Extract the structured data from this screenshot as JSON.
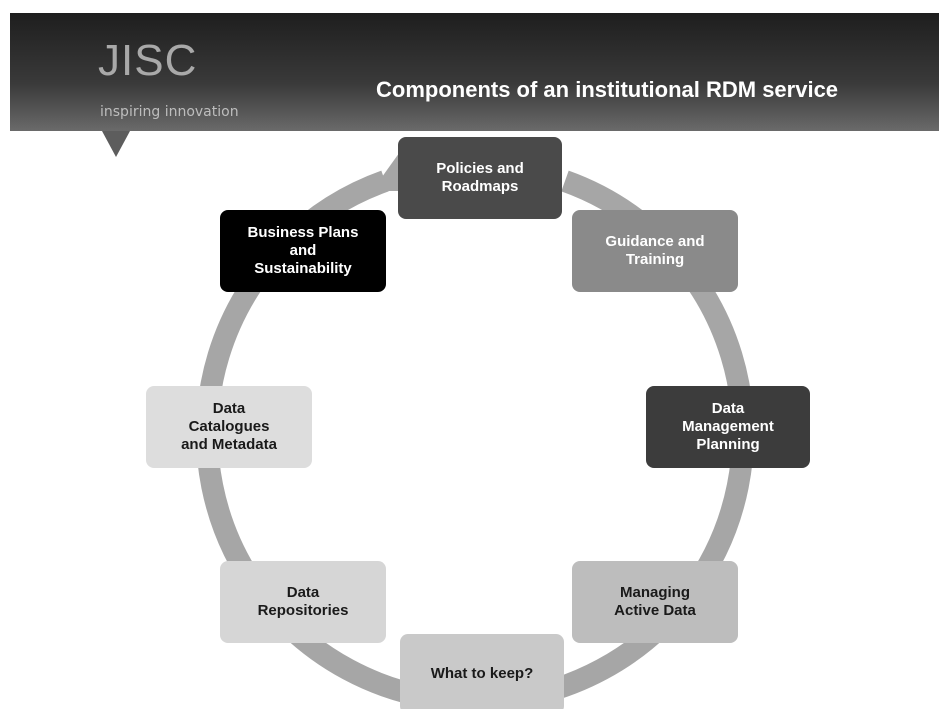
{
  "header": {
    "logo_text": "JISC",
    "logo_tagline": "inspiring innovation",
    "title": "Components of an institutional RDM service"
  },
  "cycle": {
    "nodes": [
      {
        "label": "Policies and\nRoadmaps",
        "fill": "#4a4a4a",
        "text_color": "#ffffff"
      },
      {
        "label": "Guidance and\nTraining",
        "fill": "#8a8a8a",
        "text_color": "#ffffff"
      },
      {
        "label": "Data\nManagement\nPlanning",
        "fill": "#3c3c3c",
        "text_color": "#ffffff"
      },
      {
        "label": "Managing\nActive Data",
        "fill": "#bdbdbd",
        "text_color": "#1a1a1a"
      },
      {
        "label": "What to keep?",
        "fill": "#c9c9c9",
        "text_color": "#1a1a1a"
      },
      {
        "label": "Data\nRepositories",
        "fill": "#d6d6d6",
        "text_color": "#1a1a1a"
      },
      {
        "label": "Data\nCatalogues\nand Metadata",
        "fill": "#dddddd",
        "text_color": "#1a1a1a"
      },
      {
        "label": "Business Plans\nand\nSustainability",
        "fill": "#000000",
        "text_color": "#ffffff"
      }
    ],
    "arrow_color": "#a6a6a6"
  }
}
